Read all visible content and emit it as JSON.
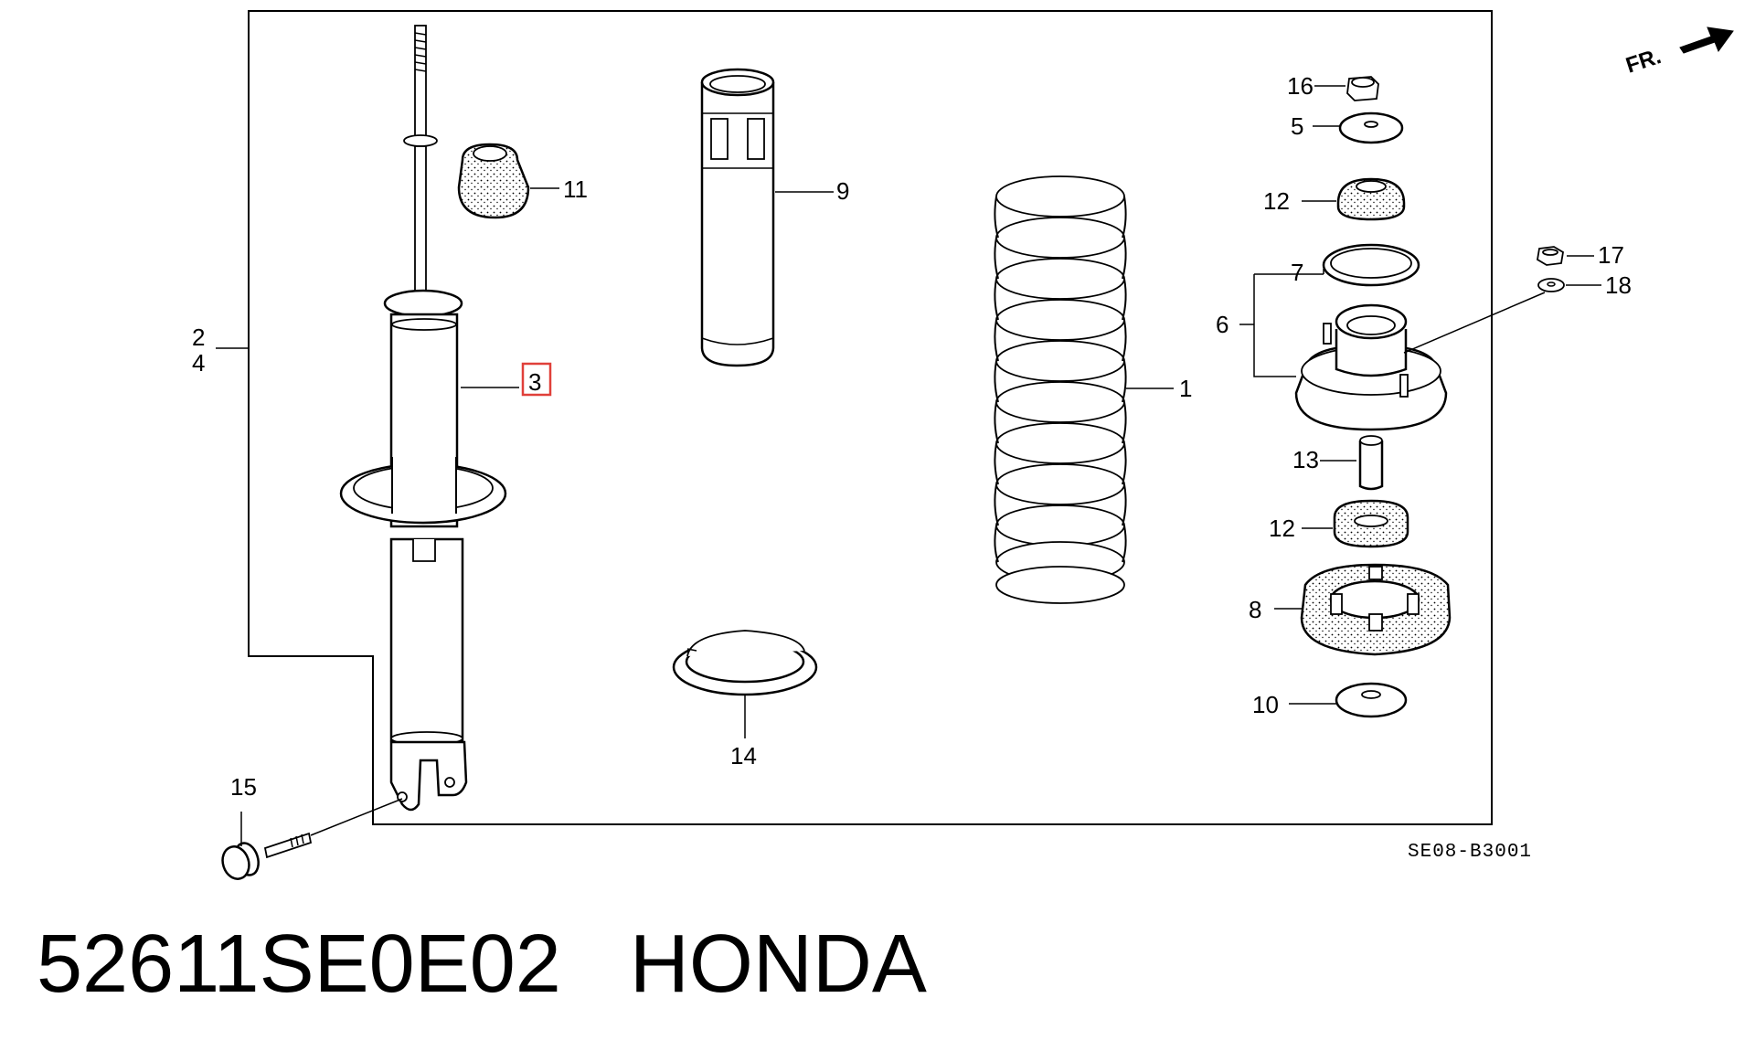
{
  "diagram": {
    "callouts": {
      "c1": "1",
      "c2": "2",
      "c3": "3",
      "c4": "4",
      "c5": "5",
      "c6": "6",
      "c7": "7",
      "c8": "8",
      "c9": "9",
      "c10": "10",
      "c11": "11",
      "c12a": "12",
      "c12b": "12",
      "c13": "13",
      "c14": "14",
      "c15": "15",
      "c16": "16",
      "c17": "17",
      "c18": "18"
    },
    "direction_label": "FR.",
    "diagram_code": "SE08-B3001",
    "highlighted_callout": "3",
    "highlight_color": "#e0403a"
  },
  "caption": {
    "part_number": "52611SE0E02",
    "brand": "HONDA"
  }
}
